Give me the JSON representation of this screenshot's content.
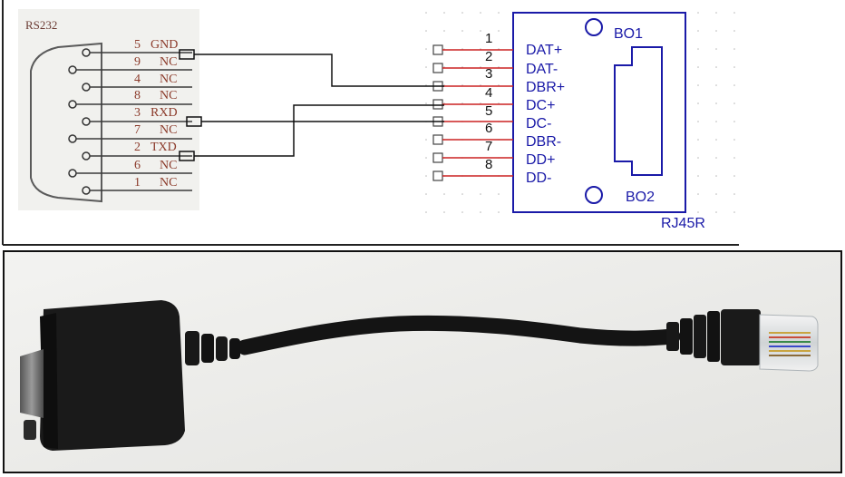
{
  "rs232": {
    "title": "RS232",
    "pins": [
      {
        "num": "5",
        "name": "GND"
      },
      {
        "num": "9",
        "name": "NC"
      },
      {
        "num": "4",
        "name": "NC"
      },
      {
        "num": "8",
        "name": "NC"
      },
      {
        "num": "3",
        "name": "RXD"
      },
      {
        "num": "7",
        "name": "NC"
      },
      {
        "num": "2",
        "name": "TXD"
      },
      {
        "num": "6",
        "name": "NC"
      },
      {
        "num": "1",
        "name": "NC"
      }
    ]
  },
  "rj45": {
    "title": "RJ45R",
    "bo1": "BO1",
    "bo2": "BO2",
    "pins": [
      {
        "num": "1",
        "name": "DAT+"
      },
      {
        "num": "2",
        "name": "DAT-"
      },
      {
        "num": "3",
        "name": "DBR+"
      },
      {
        "num": "4",
        "name": "DC+"
      },
      {
        "num": "5",
        "name": "DC-"
      },
      {
        "num": "6",
        "name": "DBR-"
      },
      {
        "num": "7",
        "name": "DD+"
      },
      {
        "num": "8",
        "name": "DD-"
      }
    ]
  },
  "colors": {
    "rs232_text": "#8b3a2a",
    "wire_red": "#cc2222",
    "rj45_outline": "#1a1aa8",
    "photo_bg": "#ececea",
    "cable": "#141414"
  }
}
